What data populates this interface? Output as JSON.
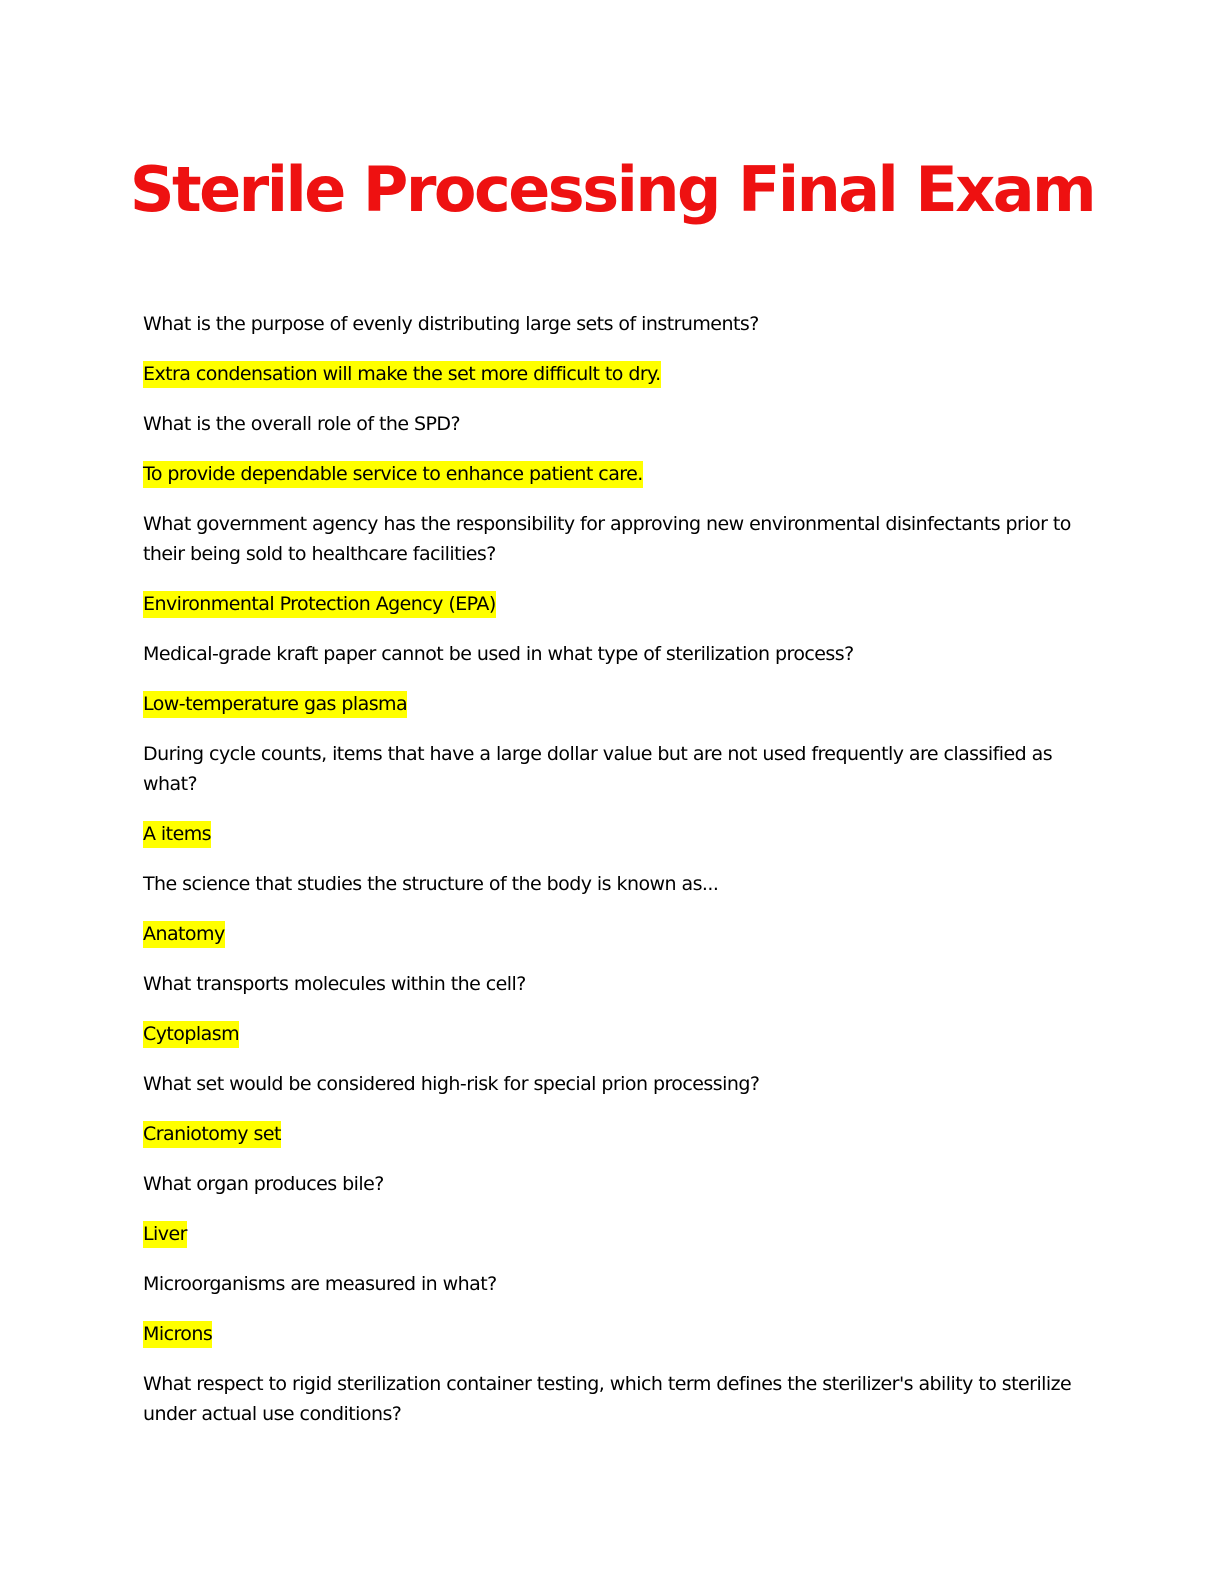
{
  "document": {
    "title": "Sterile Processing Final Exam",
    "title_color": "#ee1111",
    "highlight_color": "#ffff00",
    "qa": [
      {
        "question": "What is the purpose of evenly distributing large sets of instruments?",
        "answer": "Extra condensation will make the set more difficult to dry."
      },
      {
        "question": "What is the overall role of the SPD?",
        "answer": "To provide dependable service to enhance patient care."
      },
      {
        "question": "What government agency has the responsibility for approving new environmental disinfectants prior to their being sold to healthcare facilities?",
        "answer": "Environmental Protection Agency (EPA)"
      },
      {
        "question": "Medical-grade kraft paper cannot be used in what type of sterilization process?",
        "answer": "Low-temperature gas plasma"
      },
      {
        "question": "During cycle counts, items that have a large dollar value but are not used frequently are classified as what?",
        "answer": "A items"
      },
      {
        "question": "The science that studies the structure of the body is known as...",
        "answer": "Anatomy"
      },
      {
        "question": "What transports molecules within the cell?",
        "answer": "Cytoplasm"
      },
      {
        "question": "What set would be considered high-risk for special prion processing?",
        "answer": "Craniotomy set"
      },
      {
        "question": "What organ produces bile?",
        "answer": "Liver"
      },
      {
        "question": "Microorganisms are measured in what?",
        "answer": "Microns"
      },
      {
        "question": "What respect to rigid sterilization container testing, which term defines the sterilizer's ability to sterilize under actual use conditions?",
        "answer": ""
      }
    ]
  }
}
